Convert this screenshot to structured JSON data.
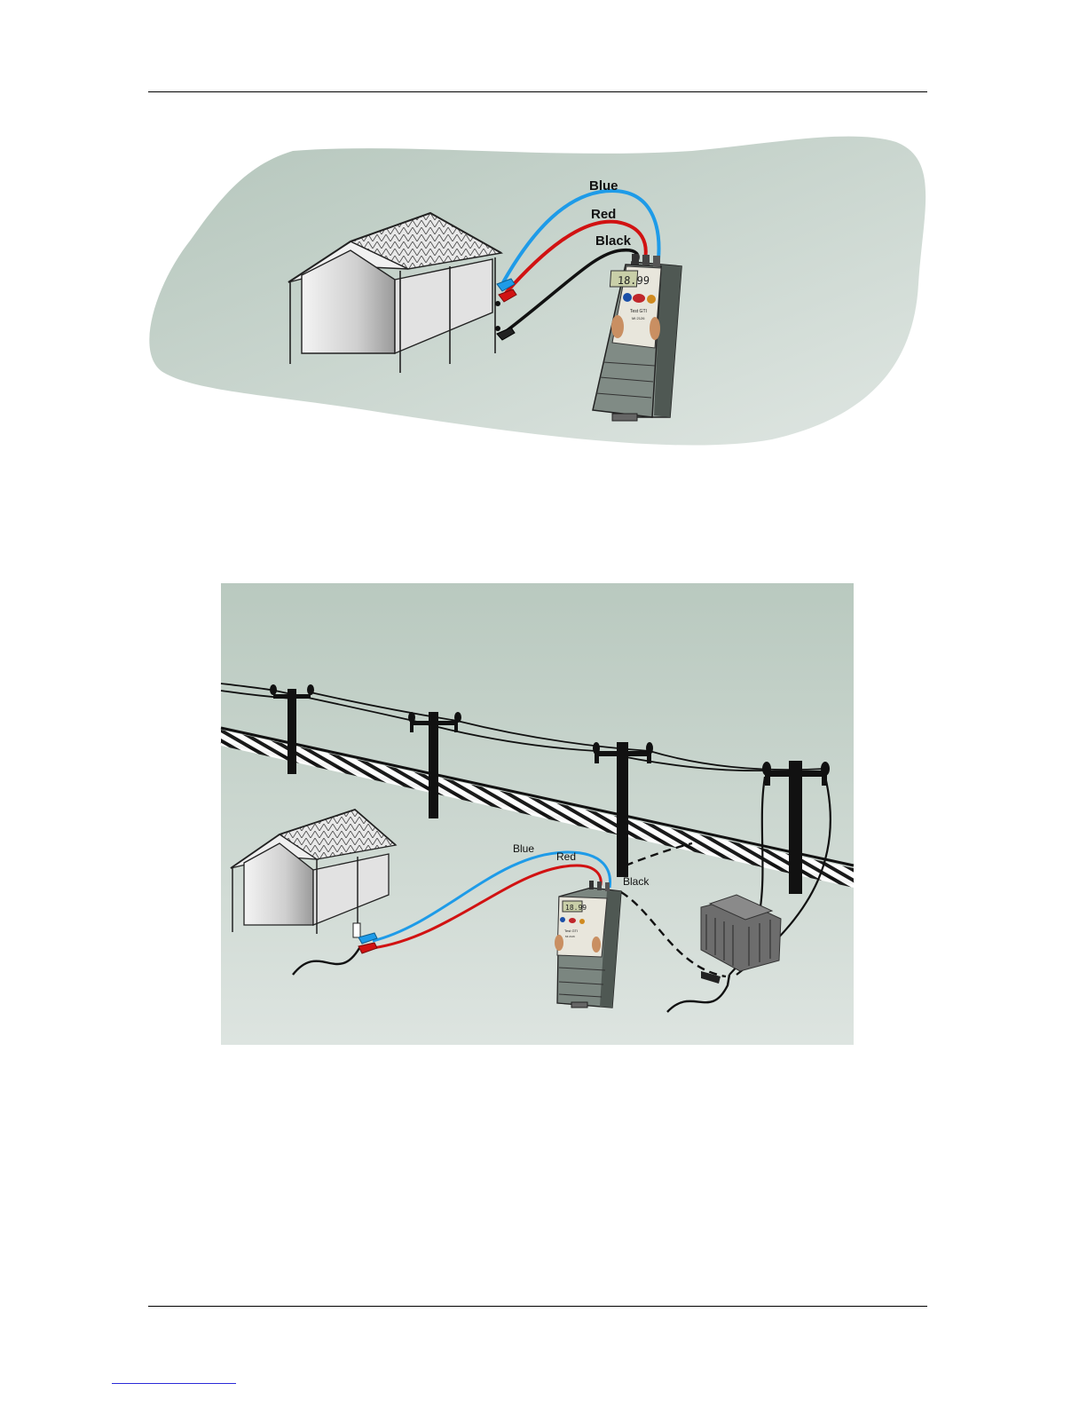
{
  "figure1": {
    "leads": {
      "blue": "Blue",
      "red": "Red",
      "black": "Black"
    },
    "meter": {
      "display": "18.99",
      "model": "Test GTI",
      "sub": "MI 2126"
    },
    "colors": {
      "blue": "#1e9be8",
      "red": "#d11212",
      "black": "#111111",
      "ground": "#c5d1cb"
    }
  },
  "figure2": {
    "leads": {
      "blue": "Blue",
      "red": "Red",
      "black": "Black"
    },
    "meter": {
      "display": "18.99",
      "model": "Test GTI",
      "sub": "MI 2126"
    }
  }
}
